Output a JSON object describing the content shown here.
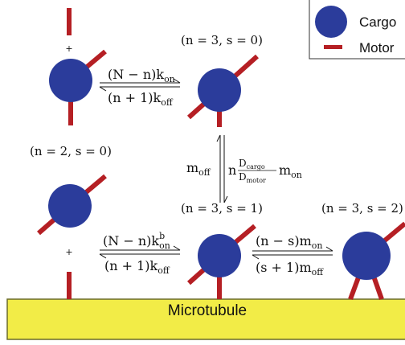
{
  "colors": {
    "cargo": "#2b3c9b",
    "motor": "#b51f24",
    "microtubule_fill": "#f2ec47",
    "microtubule_stroke": "#6b6b2a",
    "text": "#111111"
  },
  "legend": {
    "cargo_label": "Cargo",
    "motor_label": "Motor"
  },
  "microtubule": {
    "label": "Microtubule"
  },
  "states": {
    "top_right": "(n = 3, s = 0)",
    "middle_left": "(n = 2, s = 0)",
    "bottom_middle": "(n = 3, s = 1)",
    "bottom_right": "(n = 3, s = 2)"
  },
  "rates": {
    "top_forward": "(N − n)k",
    "top_forward_sub": "on",
    "top_backward": "(n + 1)k",
    "top_backward_sub": "off",
    "vertical_left": "m",
    "vertical_left_sub": "off",
    "vertical_right_n": "n",
    "vertical_right_num": "D",
    "vertical_right_num_sub": "cargo",
    "vertical_right_den": "D",
    "vertical_right_den_sub": "motor",
    "vertical_right_m": "m",
    "vertical_right_m_sub": "on",
    "bottom_forward": "(N − n)k",
    "bottom_forward_sup": "b",
    "bottom_forward_sub": "on",
    "bottom_backward": "(n + 1)k",
    "bottom_backward_sub": "off",
    "right_forward": "(n − s)m",
    "right_forward_sub": "on",
    "right_backward": "(s + 1)m",
    "right_backward_sub": "off"
  },
  "plus_signs": [
    "+",
    "+"
  ]
}
